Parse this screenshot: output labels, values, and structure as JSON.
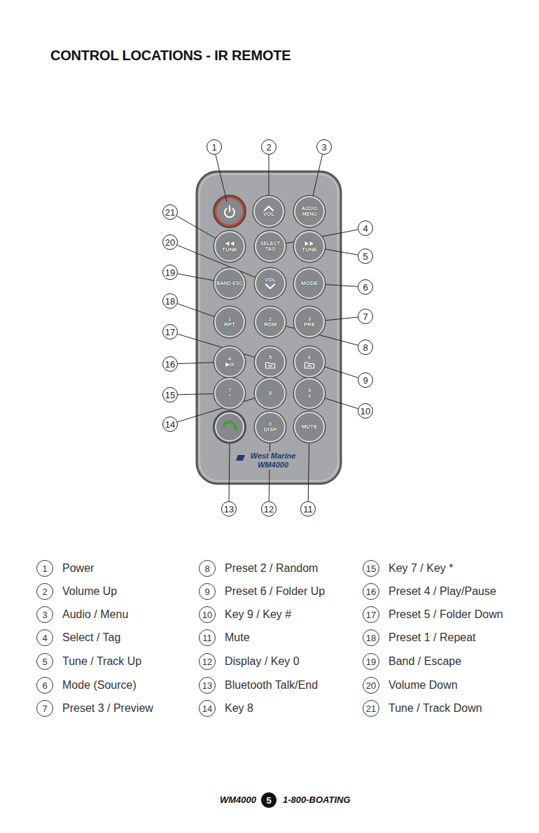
{
  "diagram": {
    "title": "CONTROL LOCATIONS - IR REMOTE",
    "nodes": [
      {
        "text": [
          "West Marine",
          "WM4000"
        ]
      },
      {
        "text": [
          "VOL"
        ],
        "in": 0
      },
      {
        "text": [
          "AUDIO MENU"
        ],
        "in": 0
      },
      {
        "text": [
          "TUNE"
        ],
        "in": 0
      },
      {
        "text": [
          "SELECT TAG"
        ],
        "in": 0
      },
      {
        "text": [
          "TUNE"
        ],
        "in": 0
      },
      {
        "text": [
          "BAND ESC"
        ],
        "in": 0
      },
      {
        "text": [
          "VOL"
        ],
        "in": 0
      },
      {
        "text": [
          "MODE"
        ],
        "in": 0
      },
      {
        "text": [
          "1",
          "RPT"
        ],
        "in": 0
      },
      {
        "text": [
          "2",
          "RDM"
        ],
        "in": 0
      },
      {
        "text": [
          "3",
          "PRE"
        ],
        "in": 0
      },
      {
        "text": [
          "4",
          "▶/II"
        ],
        "in": 0
      },
      {
        "text": [
          "5"
        ],
        "in": 0
      },
      {
        "text": [
          "6"
        ],
        "in": 0
      },
      {
        "text": [
          "7",
          "*"
        ],
        "in": 0
      },
      {
        "text": [
          "8"
        ],
        "in": 0
      },
      {
        "text": [
          "9",
          "#"
        ],
        "in": 0
      },
      {
        "text": [
          "0",
          "DISP"
        ],
        "in": 0
      },
      {
        "text": [
          "MUTE"
        ],
        "in": 0
      },
      {
        "text": [
          "1"
        ]
      },
      {
        "text": [
          "2"
        ]
      },
      {
        "text": [
          "3"
        ]
      },
      {
        "text": [
          "4"
        ]
      },
      {
        "text": [
          "5"
        ]
      },
      {
        "text": [
          "6"
        ]
      },
      {
        "text": [
          "7"
        ]
      },
      {
        "text": [
          "8"
        ]
      },
      {
        "text": [
          "9"
        ]
      },
      {
        "text": [
          "10"
        ]
      },
      {
        "text": [
          "11"
        ]
      },
      {
        "text": [
          "12"
        ]
      },
      {
        "text": [
          "13"
        ]
      },
      {
        "text": [
          "14"
        ]
      },
      {
        "text": [
          "15"
        ]
      },
      {
        "text": [
          "16"
        ]
      },
      {
        "text": [
          "17"
        ]
      },
      {
        "text": [
          "18"
        ]
      },
      {
        "text": [
          "19"
        ]
      },
      {
        "text": [
          "20"
        ]
      },
      {
        "text": [
          "21"
        ]
      },
      {
        "text": [
          "1",
          "Power"
        ]
      },
      {
        "text": [
          "2",
          "Volume Up"
        ]
      },
      {
        "text": [
          "3",
          "Audio / Menu"
        ]
      },
      {
        "text": [
          "4",
          "Select / Tag"
        ]
      },
      {
        "text": [
          "5",
          "Tune / Track Up"
        ]
      },
      {
        "text": [
          "6",
          "Mode (Source)"
        ]
      },
      {
        "text": [
          "7",
          "Preset 3 / Preview"
        ]
      },
      {
        "text": [
          "8",
          "Preset 2 / Random"
        ]
      },
      {
        "text": [
          "9",
          "Preset 6 / Folder Up"
        ]
      },
      {
        "text": [
          "10",
          "Key 9 / Key #"
        ]
      },
      {
        "text": [
          "11",
          "Mute"
        ]
      },
      {
        "text": [
          "12",
          "Display / Key 0"
        ]
      },
      {
        "text": [
          "13",
          "Bluetooth Talk/End"
        ]
      },
      {
        "text": [
          "14",
          "Key 8"
        ]
      },
      {
        "text": [
          "15",
          "Key 7 / Key *"
        ]
      },
      {
        "text": [
          "16",
          "Preset 4 / Play/Pause"
        ]
      },
      {
        "text": [
          "17",
          "Preset 5 / Folder Down"
        ]
      },
      {
        "text": [
          "18",
          "Preset 1 / Repeat"
        ]
      },
      {
        "text": [
          "19",
          "Band / Escape"
        ]
      },
      {
        "text": [
          "20",
          "Volume Down"
        ]
      },
      {
        "text": [
          "21",
          "Tune / Track Down"
        ]
      },
      {
        "text": [
          "5"
        ]
      }
    ],
    "edges": [
      {
        "from": 21,
        "to": 1,
        "arrow": "none"
      },
      {
        "from": 22,
        "to": 2,
        "arrow": "none"
      },
      {
        "from": 23,
        "to": 4,
        "arrow": "none"
      },
      {
        "from": 24,
        "to": 5,
        "arrow": "none"
      },
      {
        "from": 25,
        "to": 8,
        "arrow": "none"
      },
      {
        "from": 26,
        "to": 11,
        "arrow": "none"
      },
      {
        "from": 27,
        "to": 10,
        "arrow": "none"
      },
      {
        "from": 28,
        "to": 14,
        "arrow": "none"
      },
      {
        "from": 29,
        "to": 17,
        "arrow": "none"
      },
      {
        "from": 30,
        "to": 19,
        "arrow": "none"
      },
      {
        "from": 31,
        "to": 18,
        "arrow": "none"
      },
      {
        "from": 33,
        "to": 16,
        "arrow": "none"
      },
      {
        "from": 34,
        "to": 15,
        "arrow": "none"
      },
      {
        "from": 35,
        "to": 12,
        "arrow": "none"
      },
      {
        "from": 36,
        "to": 13,
        "arrow": "none"
      },
      {
        "from": 37,
        "to": 9,
        "arrow": "none"
      },
      {
        "from": 38,
        "to": 6,
        "arrow": "none"
      },
      {
        "from": 39,
        "to": 7,
        "arrow": "none"
      },
      {
        "from": 40,
        "to": 3,
        "arrow": "none"
      }
    ],
    "labels": [
      "WM4000",
      "1-800-BOATING"
    ]
  }
}
